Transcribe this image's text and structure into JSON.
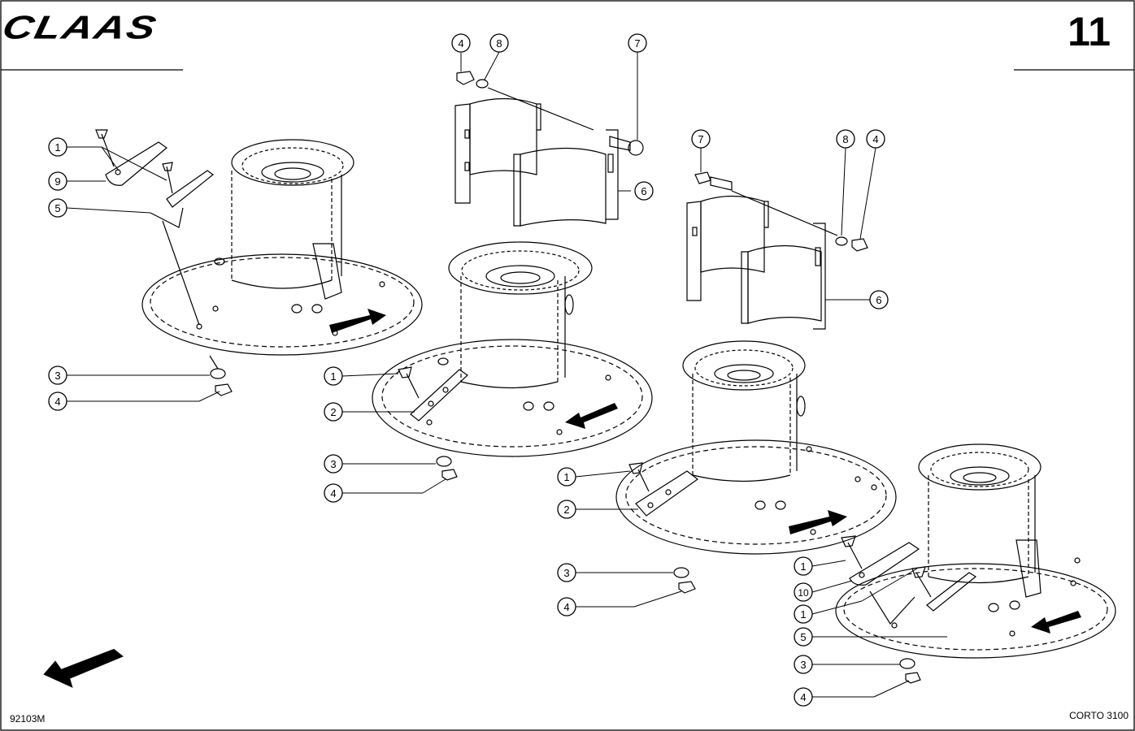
{
  "header": {
    "brand": "CLAAS",
    "page_number": "11"
  },
  "footer": {
    "drawing_code": "92103M",
    "model": "CORTO 3100"
  },
  "callouts": {
    "c1": "1",
    "c2": "2",
    "c3": "3",
    "c4": "4",
    "c5": "5",
    "c6": "6",
    "c7": "7",
    "c8": "8",
    "c9": "9",
    "c10": "10"
  }
}
